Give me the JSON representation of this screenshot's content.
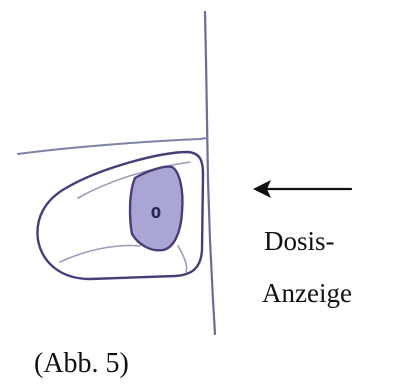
{
  "dose_indicator": {
    "counter_value": "0",
    "label_line1": "Dosis-",
    "label_line2": "Anzeige"
  },
  "caption": "(Abb. 5)",
  "colors": {
    "outline": "#4b3c78",
    "window_fill": "#a9a6d6",
    "sketch_line": "#9a9db8",
    "arrow": "#111111",
    "text": "#111111"
  }
}
